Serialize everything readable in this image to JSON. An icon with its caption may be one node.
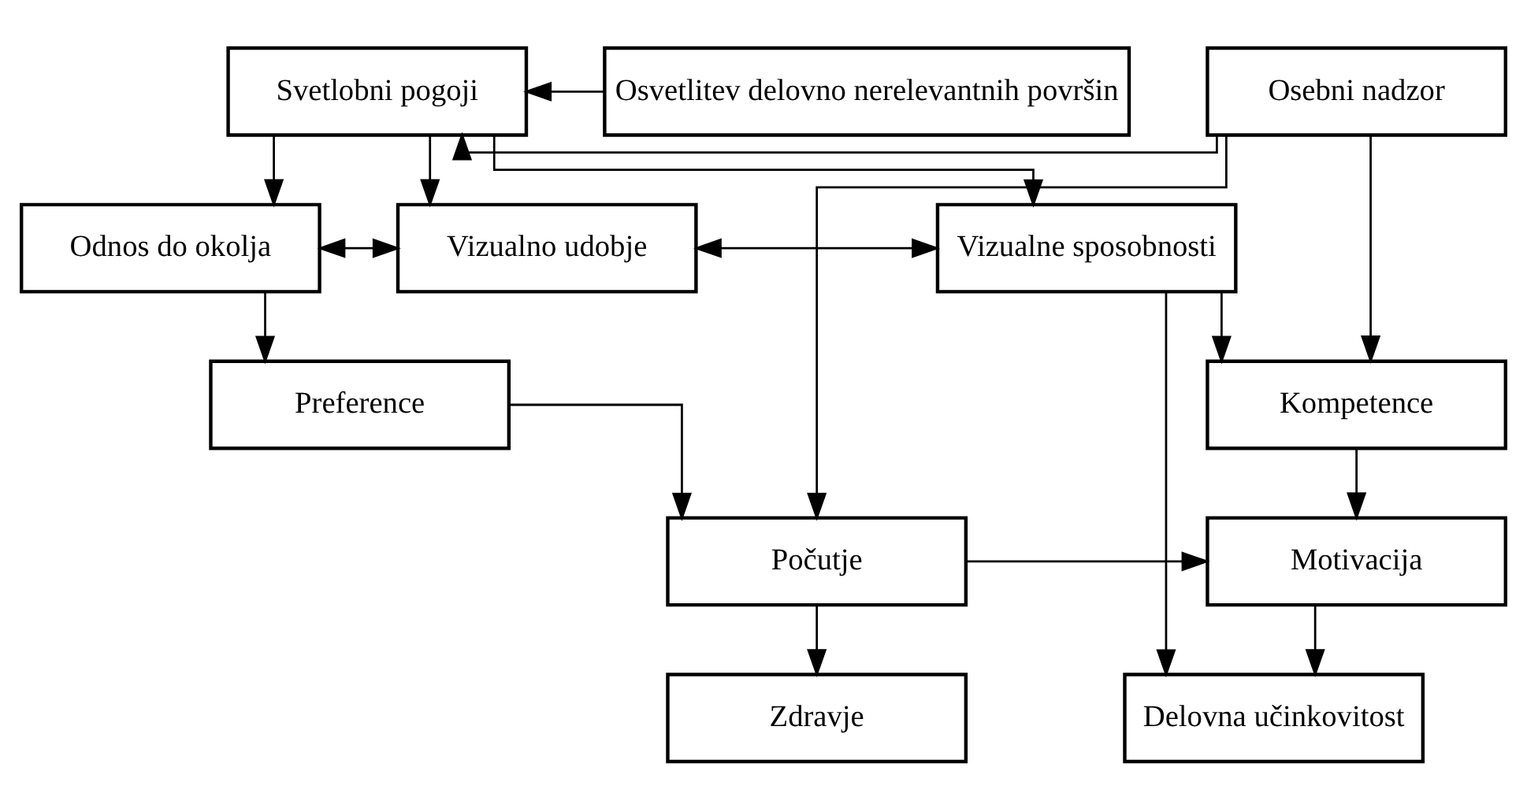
{
  "diagram": {
    "nodes": [
      {
        "text": [
          "Osebni nadzor"
        ]
      },
      {
        "text": [
          "Svetlobni pogoji"
        ]
      },
      {
        "text": [
          "Osvetlitev delovno nerelevantnih površin"
        ]
      },
      {
        "text": [
          "Odnos do okolja"
        ]
      },
      {
        "text": [
          "Vizualno udobje"
        ]
      },
      {
        "text": [
          "Vizualne sposobnosti"
        ]
      },
      {
        "text": [
          "Preference"
        ]
      },
      {
        "text": [
          "Kompetence"
        ]
      },
      {
        "text": [
          "Počutje"
        ]
      },
      {
        "text": [
          "Motivacija"
        ]
      },
      {
        "text": [
          "Zdravje"
        ]
      },
      {
        "text": [
          "Delovna učinkovitost"
        ]
      }
    ],
    "edges": [
      {
        "from": 0,
        "to": 1,
        "arrow": "to"
      },
      {
        "from": 2,
        "to": 1,
        "arrow": "to"
      },
      {
        "from": 1,
        "to": 3,
        "arrow": "to"
      },
      {
        "from": 1,
        "to": 4,
        "arrow": "to"
      },
      {
        "from": 1,
        "to": 5,
        "arrow": "to"
      },
      {
        "from": 0,
        "to": 7,
        "arrow": "to"
      },
      {
        "from": 0,
        "to": 8,
        "arrow": "to"
      },
      {
        "from": 3,
        "to": 4,
        "arrow": "both"
      },
      {
        "from": 4,
        "to": 5,
        "arrow": "both"
      },
      {
        "from": 3,
        "to": 6,
        "arrow": "to"
      },
      {
        "from": 6,
        "to": 8,
        "arrow": "to"
      },
      {
        "from": 5,
        "to": 7,
        "arrow": "to"
      },
      {
        "from": 5,
        "to": 11,
        "arrow": "to"
      },
      {
        "from": 7,
        "to": 9,
        "arrow": "to"
      },
      {
        "from": 8,
        "to": 9,
        "arrow": "to"
      },
      {
        "from": 8,
        "to": 10,
        "arrow": "to"
      },
      {
        "from": 9,
        "to": 11,
        "arrow": "to"
      }
    ]
  }
}
